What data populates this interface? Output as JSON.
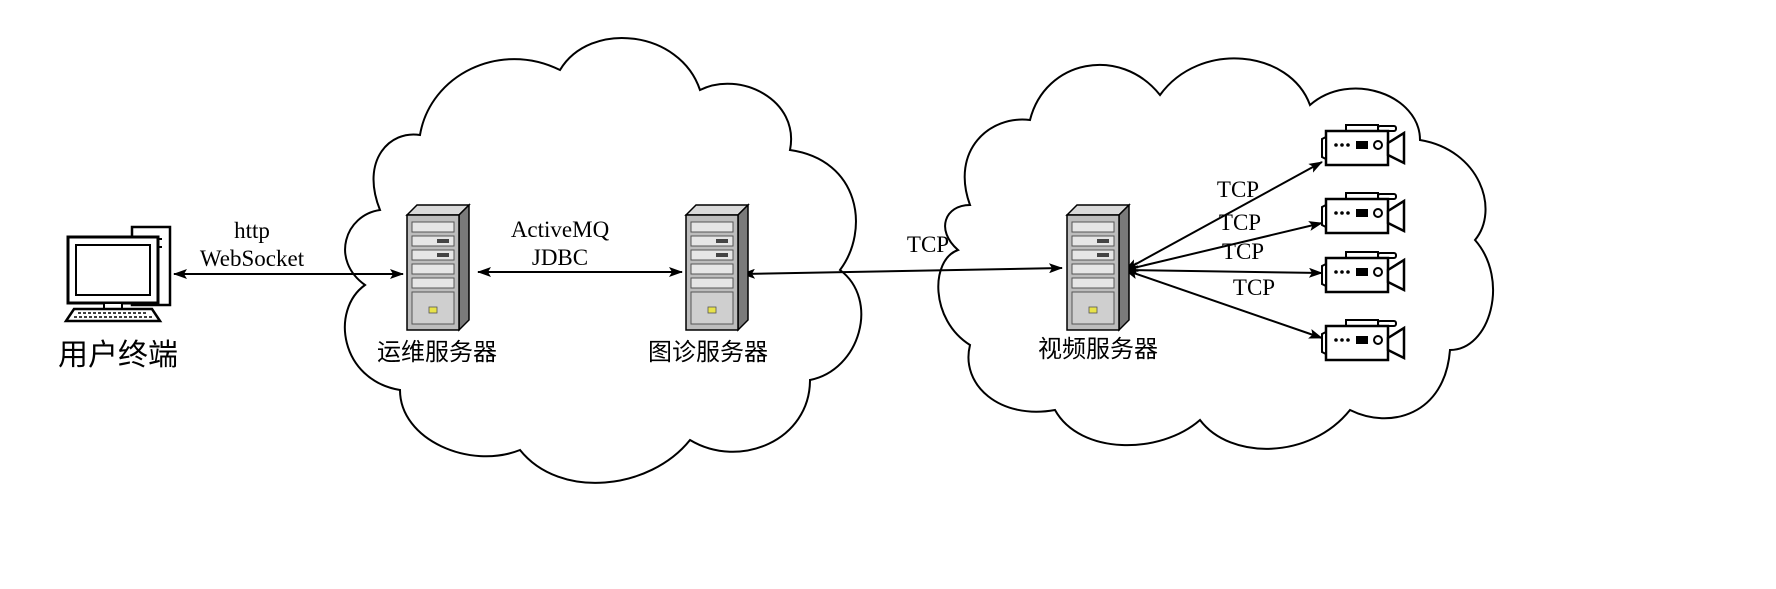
{
  "nodes": {
    "terminal": {
      "label": "用户终端"
    },
    "ops_server": {
      "label": "运维服务器"
    },
    "diag_server": {
      "label": "图诊服务器"
    },
    "video_server": {
      "label": "视频服务器"
    }
  },
  "links": {
    "terminal_ops": {
      "line1": "http",
      "line2": "WebSocket"
    },
    "ops_diag": {
      "line1": "ActiveMQ",
      "line2": "JDBC"
    },
    "diag_video": {
      "label": "TCP"
    },
    "video_cam1": {
      "label": "TCP"
    },
    "video_cam2": {
      "label": "TCP"
    },
    "video_cam3": {
      "label": "TCP"
    },
    "video_cam4": {
      "label": "TCP"
    }
  },
  "icons": {
    "terminal": "desktop-computer-icon",
    "server": "server-tower-icon",
    "camera": "video-camera-icon",
    "cloud": "cloud-shape"
  }
}
